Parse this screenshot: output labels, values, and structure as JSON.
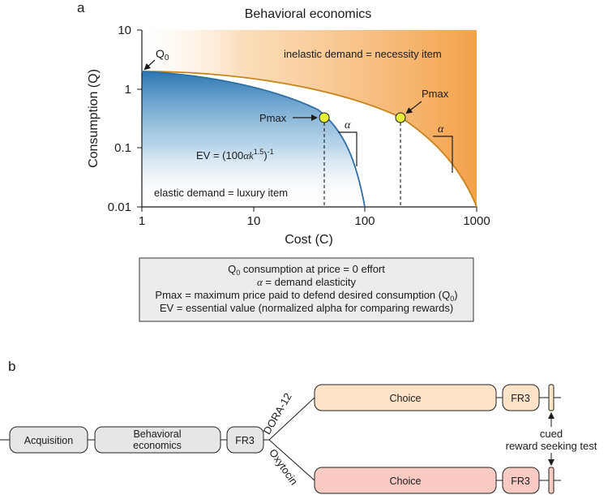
{
  "panel_a": {
    "label": "a",
    "title": "Behavioral economics",
    "xlabel": "Cost (C)",
    "ylabel": "Consumption (Q)",
    "x_ticks": [
      "1",
      "10",
      "100",
      "1000"
    ],
    "y_ticks": [
      "10",
      "1",
      "0.1",
      "0.01"
    ],
    "annotations": {
      "q0": {
        "main": "Q",
        "sub": "0"
      },
      "inelastic": "inelastic demand = necessity item",
      "elastic": "elastic demand = luxury item",
      "pmax_left": "Pmax",
      "pmax_right": "Pmax",
      "alpha_left": "α",
      "alpha_right": "α",
      "ev_prefix": "EV = (100",
      "ev_alpha": "α",
      "ev_k": "k",
      "ev_exp1": "1.5",
      "ev_close": ")",
      "ev_exp2": "-1"
    },
    "legend_box": {
      "line1_main": "Q",
      "line1_sub": "0",
      "line1_rest": " consumption at price = 0 effort",
      "line2_sym": "α",
      "line2_rest": " = demand elasticity",
      "line3_text": "Pmax = maximum price paid to defend desired consumption (Q",
      "line3_sub": "0",
      "line3_end": ")",
      "line4": "EV = essential value (normalized alpha for comparing rewards)"
    },
    "colors": {
      "elastic_curve": "#2f6fa3",
      "inelastic_curve": "#c8841c",
      "elastic_fill": "#1f6fb0",
      "inelastic_fill": "#f4a14a",
      "pmax_marker": "#e6f03a"
    }
  },
  "panel_b": {
    "label": "b",
    "stages": {
      "acquisition": "Acquisition",
      "behavioral_1": "Behavioral",
      "behavioral_2": "economics",
      "fr3_first": "FR3",
      "choice_top": "Choice",
      "fr3_top": "FR3",
      "choice_bottom": "Choice",
      "fr3_bottom": "FR3"
    },
    "branches": {
      "top": "DORA-12",
      "bottom": "Oxytocin"
    },
    "cued_test": {
      "line1": "cued",
      "line2": "reward seeking test"
    },
    "colors": {
      "neutral_box": "#e6e6e6",
      "dora_box": "#fde4c8",
      "oxytocin_box": "#f9cbc3"
    }
  }
}
